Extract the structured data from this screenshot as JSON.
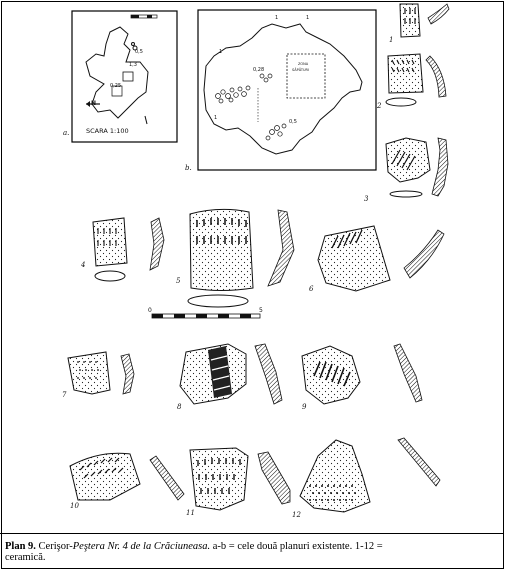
{
  "plan_a": {
    "letter": "a.",
    "scale_text": "SCARA 1:100",
    "north": "N",
    "spots": [
      "0,5",
      "1,3",
      "0,25"
    ]
  },
  "plan_b": {
    "letter": "b.",
    "marks": [
      "1",
      "1",
      "1",
      "1"
    ],
    "spots": [
      "0,28",
      "0,5"
    ],
    "box_label_1": "ZONA",
    "box_label_2": "SĂPĂTURI"
  },
  "scale_bar": {
    "start": "0",
    "end": "5"
  },
  "figures": [
    "1",
    "2",
    "3",
    "4",
    "5",
    "6",
    "7",
    "8",
    "9",
    "10",
    "11",
    "12"
  ],
  "caption": {
    "lead": "Plan 9.",
    "place_plain": "Cerişor-",
    "place_italic": "Peştera Nr. 4 de la Crăciuneasa.",
    "rest_line1": " a-b = cele două planuri existente. 1-12 =",
    "rest_line2": "ceramică."
  }
}
